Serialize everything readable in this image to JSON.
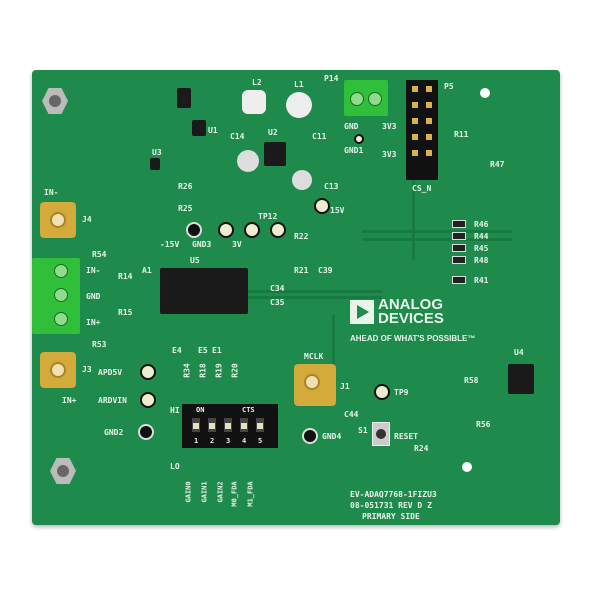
{
  "colors": {
    "board": "#1e8a4c",
    "silk": "#e8f4ea",
    "gold": "#d4aa3a",
    "terminal": "#2fbf3a"
  },
  "logo": {
    "line1": "ANALOG",
    "line2": "DEVICES",
    "tagline": "AHEAD OF WHAT'S POSSIBLE™"
  },
  "board_text": {
    "line1": "EV-ADAQ7768-1FIZU3",
    "line2": "08-051731 REV D Z",
    "line3": "PRIMARY SIDE"
  },
  "connectors": {
    "j4": "J4",
    "in_minus": "IN-",
    "j3": "J3",
    "in_plus": "IN+",
    "j1": "J1",
    "mclk": "MCLK",
    "p14": "P14",
    "p5": "P5",
    "term_in_minus": "IN-",
    "term_gnd": "GND",
    "term_in_plus": "IN+",
    "cs_n": "CS_N",
    "gnd": "GND",
    "v3v3a": "3V3",
    "v3v3b": "3V3",
    "gnd1": "GND1"
  },
  "test_points": {
    "m15v": "-15V",
    "gnd3": "GND3",
    "v3": "3V",
    "tp12": "TP12",
    "p15v": "15V",
    "apd5v": "APD5V",
    "ardvin": "ARDVIN",
    "gnd2": "GND2",
    "gnd4": "GND4",
    "tp9": "TP9"
  },
  "parts": {
    "u1": "U1",
    "u2": "U2",
    "u3": "U3",
    "u4": "U4",
    "u5": "U5",
    "a1": "A1",
    "l1": "L1",
    "l2": "L2",
    "e4": "E4",
    "e5": "E5",
    "e1": "E1",
    "s1": "S1",
    "reset": "RESET",
    "r24": "R24",
    "c44": "C44",
    "r14": "R14",
    "r15": "R15",
    "r53": "R53",
    "r54": "R54",
    "r26": "R26",
    "r25": "R25",
    "r22": "R22",
    "r21": "R21",
    "c39": "C39",
    "c34": "C34",
    "c35": "C35",
    "r46": "R46",
    "r44": "R44",
    "r45": "R45",
    "r48": "R48",
    "r41": "R41",
    "r47": "R47",
    "r11": "R11",
    "r58": "R58",
    "r56": "R56",
    "r34": "R34",
    "r18": "R18",
    "r19": "R19",
    "r20": "R20",
    "c13": "C13",
    "c14": "C14",
    "c11": "C11"
  },
  "dip_switch": {
    "on": "ON",
    "cts": "CTS",
    "hi": "HI",
    "lo": "LO",
    "numbers": [
      "1",
      "2",
      "3",
      "4",
      "5"
    ],
    "labels": [
      "GAIN0",
      "GAIN1",
      "GAIN2",
      "M0_FDA",
      "M1_FDA"
    ]
  }
}
